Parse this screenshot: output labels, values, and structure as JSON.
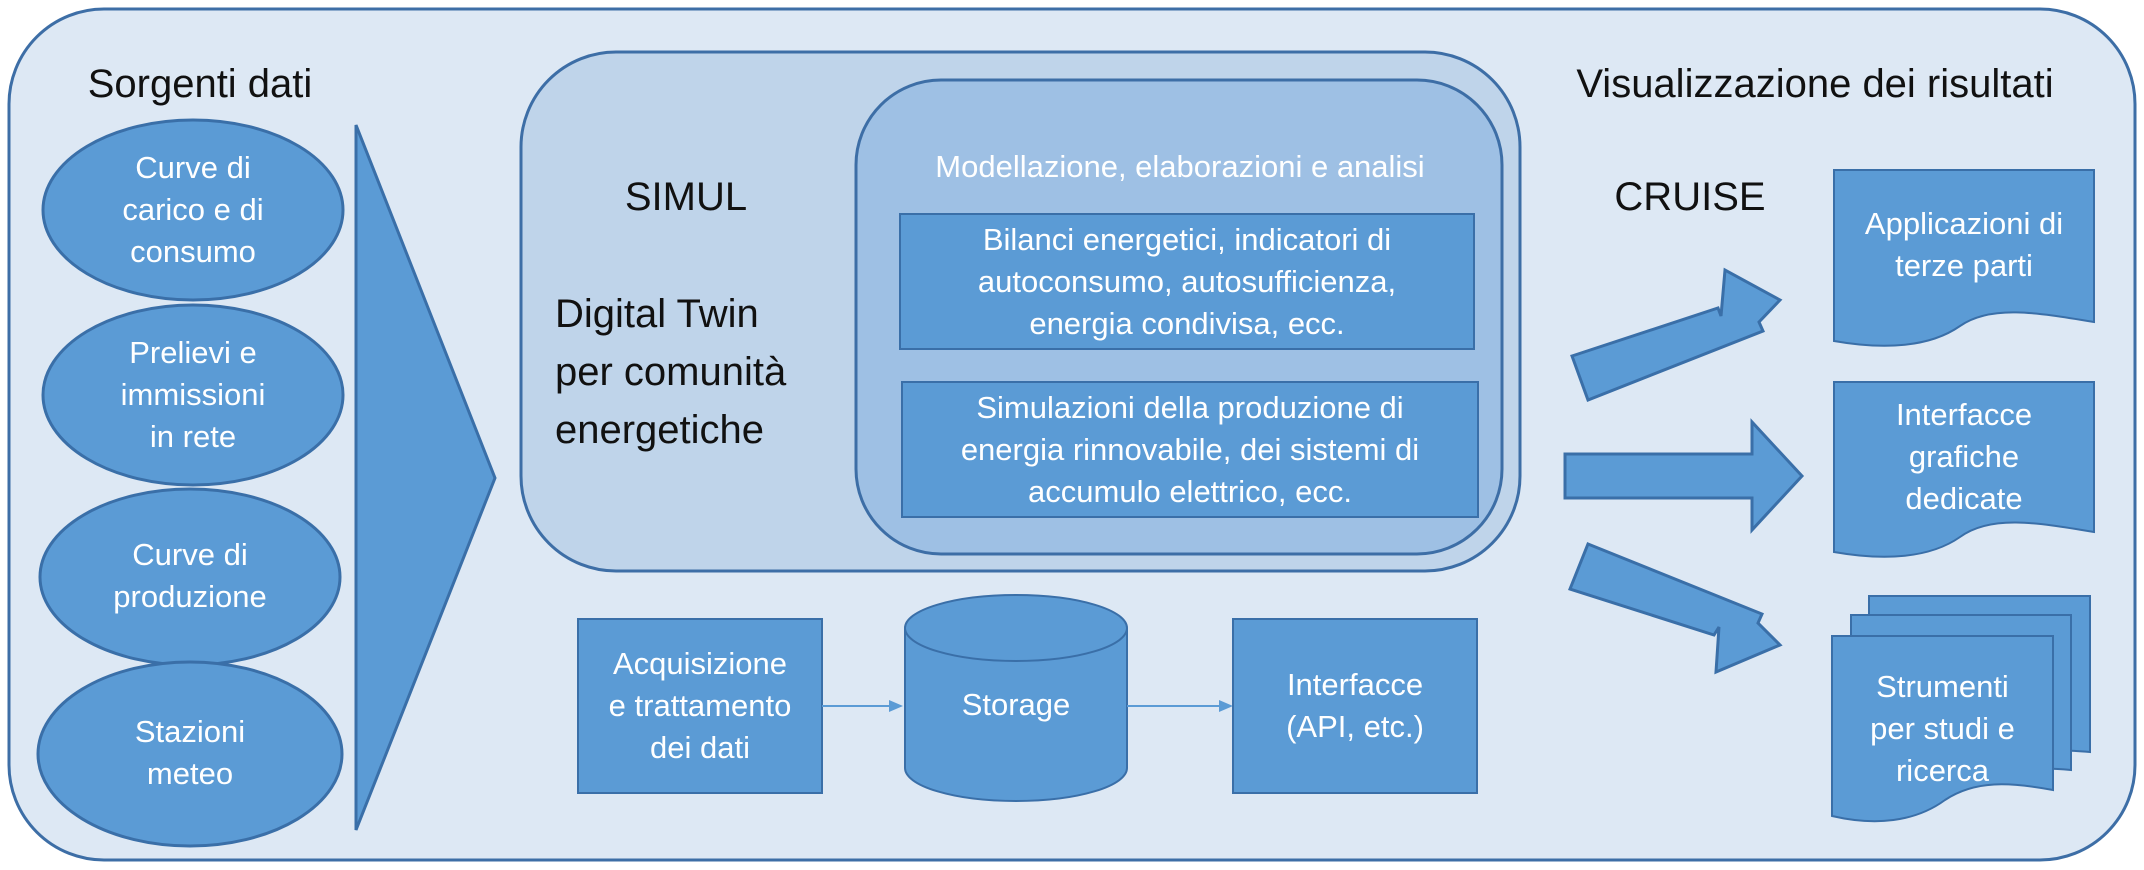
{
  "colors": {
    "outer_fill": "#dde8f4",
    "outer_stroke": "#3d6ea6",
    "simul_fill": "#bfd4ea",
    "inner_fill": "#9ec0e4",
    "shape_fill": "#5b9bd5",
    "shape_stroke": "#3a6fa8"
  },
  "sections": {
    "sources_title": "Sorgenti dati",
    "results_title": "Visualizzazione dei risultati"
  },
  "sources": [
    {
      "line1": "Curve di",
      "line2": "carico e di",
      "line3": "consumo"
    },
    {
      "line1": "Prelievi e",
      "line2": "immissioni",
      "line3": "in rete"
    },
    {
      "line1": "Curve di",
      "line2": "produzione"
    },
    {
      "line1": "Stazioni",
      "line2": "meteo"
    }
  ],
  "simul": {
    "name": "SIMUL",
    "subtitle_line1": "Digital Twin",
    "subtitle_line2": "per comunità",
    "subtitle_line3": "energetiche",
    "modeling_title": "Modellazione, elaborazioni e analisi",
    "box1": {
      "line1": "Bilanci energetici, indicatori di",
      "line2": "autoconsumo, autosufficienza,",
      "line3": "energia condivisa, ecc."
    },
    "box2": {
      "line1": "Simulazioni della produzione di",
      "line2": "energia rinnovabile, dei sistemi di",
      "line3": "accumulo elettrico, ecc."
    }
  },
  "pipeline": {
    "acquisition": {
      "line1": "Acquisizione",
      "line2": "e trattamento",
      "line3": "dei dati"
    },
    "storage": "Storage",
    "interfaces": {
      "line1": "Interfacce",
      "line2": "(API, etc.)"
    }
  },
  "cruise": {
    "name": "CRUISE",
    "outputs": [
      {
        "line1": "Applicazioni di",
        "line2": "terze parti"
      },
      {
        "line1": "Interfacce",
        "line2": "grafiche",
        "line3": "dedicate"
      },
      {
        "line1": "Strumenti",
        "line2": "per studi e",
        "line3": "ricerca"
      }
    ]
  }
}
